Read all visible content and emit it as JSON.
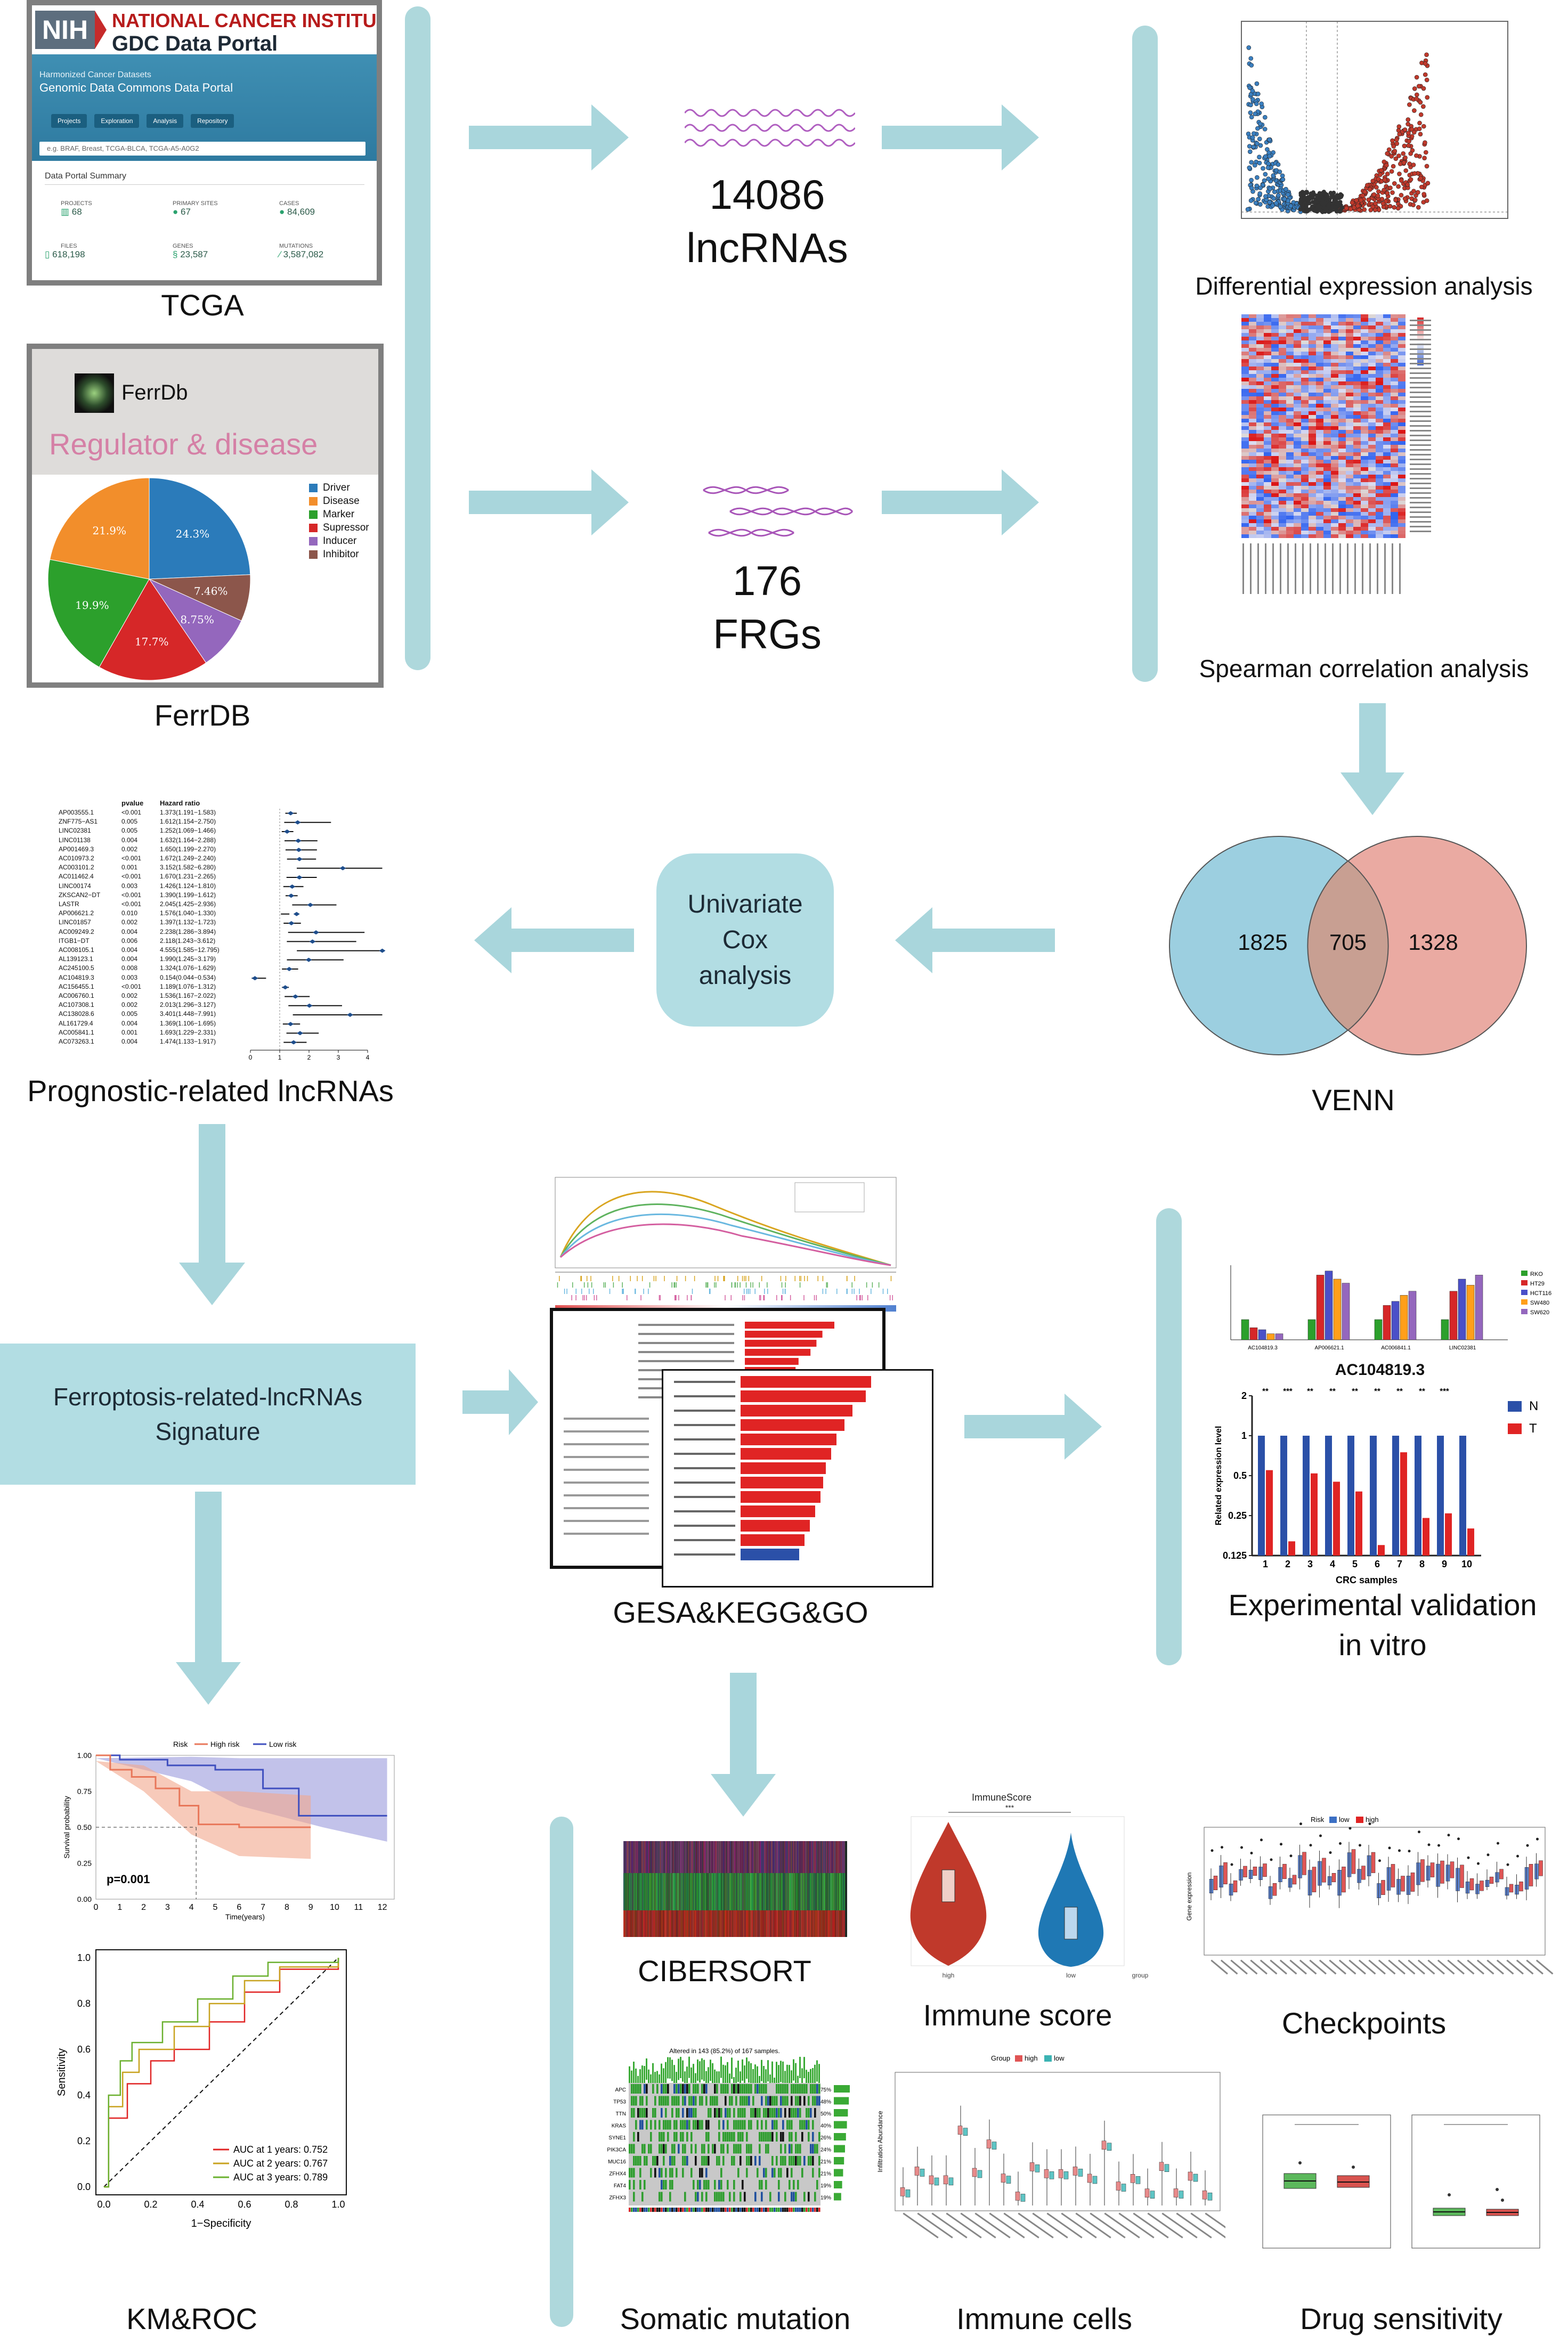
{
  "sources": {
    "tcga": {
      "banner_title": "NATIONAL CANCER INSTITUTE",
      "banner_sub": "GDC Data Portal",
      "nih": "NIH",
      "harmonized": "Harmonized Cancer Datasets",
      "portal_title": "Genomic Data Commons Data Portal",
      "nav": [
        "Projects",
        "Exploration",
        "Analysis",
        "Repository"
      ],
      "search_placeholder": "e.g. BRAF, Breast, TCGA-BLCA, TCGA-A5-A0G2",
      "summary_title": "Data Portal Summary",
      "stats": [
        {
          "label": "PROJECTS",
          "value": "68"
        },
        {
          "label": "PRIMARY SITES",
          "value": "67"
        },
        {
          "label": "CASES",
          "value": "84,609"
        },
        {
          "label": "FILES",
          "value": "618,198"
        },
        {
          "label": "GENES",
          "value": "23,587"
        },
        {
          "label": "MUTATIONS",
          "value": "3,587,082"
        }
      ],
      "caption": "TCGA"
    },
    "ferrdb": {
      "logo_text": "FerrDb",
      "subtitle": "Regulator & disease",
      "legend": [
        "Driver",
        "Disease",
        "Marker",
        "Supressor",
        "Inducer",
        "Inhibitor"
      ],
      "slices": [
        {
          "name": "Driver",
          "percent": 24.3,
          "label": "24.3%",
          "color": "#2b7bba"
        },
        {
          "name": "Inhibitor",
          "percent": 7.46,
          "label": "7.46%",
          "color": "#8c564b"
        },
        {
          "name": "Inducer",
          "percent": 8.75,
          "label": "8.75%",
          "color": "#9467bd"
        },
        {
          "name": "Supressor",
          "percent": 17.7,
          "label": "17.7%",
          "color": "#d62728"
        },
        {
          "name": "Marker",
          "percent": 19.9,
          "label": "19.9%",
          "color": "#2ca02c"
        },
        {
          "name": "Disease",
          "percent": 21.9,
          "label": "21.9%",
          "color": "#f28e2b"
        }
      ],
      "caption": "FerrDB"
    }
  },
  "counts": {
    "lncrna_number": "14086",
    "lncrna_label": "lncRNAs",
    "frg_number": "176",
    "frg_label": "FRGs"
  },
  "analyses": {
    "diff_expr": "Differential expression analysis",
    "spearman": "Spearman correlation analysis",
    "venn_caption": "VENN",
    "venn_left": "1825",
    "venn_mid": "705",
    "venn_right": "1328",
    "univariate": [
      "Univariate",
      "Cox",
      "analysis"
    ],
    "prognostic": "Prognostic-related lncRNAs",
    "signature": [
      "Ferroptosis-related-lncRNAs",
      "Signature"
    ],
    "gsea": "GESA&KEGG&GO",
    "validation": [
      "Experimental validation",
      "in vitro"
    ],
    "kmroc": "KM&ROC",
    "cibersort": "CIBERSORT",
    "immune_score": "Immune score",
    "checkpoints": "Checkpoints",
    "somatic": "Somatic mutation",
    "immune_cells": "Immune cells",
    "drug": "Drug sensitivity"
  },
  "forest": {
    "header_p": "pvalue",
    "header_hr": "Hazard ratio",
    "rows": [
      [
        "AP003555.1",
        "<0.001",
        "1.373(1.191−1.583)"
      ],
      [
        "ZNF775−AS1",
        "0.005",
        "1.612(1.154−2.750)"
      ],
      [
        "LINC02381",
        "0.005",
        "1.252(1.069−1.466)"
      ],
      [
        "LINC01138",
        "0.004",
        "1.632(1.164−2.288)"
      ],
      [
        "AP001469.3",
        "0.002",
        "1.650(1.199−2.270)"
      ],
      [
        "AC010973.2",
        "<0.001",
        "1.672(1.249−2.240)"
      ],
      [
        "AC003101.2",
        "0.001",
        "3.152(1.582−6.280)"
      ],
      [
        "AC011462.4",
        "<0.001",
        "1.670(1.231−2.265)"
      ],
      [
        "LINC00174",
        "0.003",
        "1.426(1.124−1.810)"
      ],
      [
        "ZKSCAN2−DT",
        "<0.001",
        "1.390(1.199−1.612)"
      ],
      [
        "LASTR",
        "<0.001",
        "2.045(1.425−2.936)"
      ],
      [
        "AP006621.2",
        "0.010",
        "1.576(1.040−1.330)"
      ],
      [
        "LINC01857",
        "0.002",
        "1.397(1.132−1.723)"
      ],
      [
        "AC009249.2",
        "0.004",
        "2.238(1.286−3.894)"
      ],
      [
        "ITGB1−DT",
        "0.006",
        "2.118(1.243−3.612)"
      ],
      [
        "AC008105.1",
        "0.004",
        "4.555(1.585−12.795)"
      ],
      [
        "AL139123.1",
        "0.004",
        "1.990(1.245−3.179)"
      ],
      [
        "AC245100.5",
        "0.008",
        "1.324(1.076−1.629)"
      ],
      [
        "AC104819.3",
        "0.003",
        "0.154(0.044−0.534)"
      ],
      [
        "AC156455.1",
        "<0.001",
        "1.189(1.076−1.312)"
      ],
      [
        "AC006760.1",
        "0.002",
        "1.536(1.167−2.022)"
      ],
      [
        "AC107308.1",
        "0.002",
        "2.013(1.296−3.127)"
      ],
      [
        "AC138028.6",
        "0.005",
        "3.401(1.448−7.991)"
      ],
      [
        "AL161729.4",
        "0.004",
        "1.369(1.106−1.695)"
      ],
      [
        "AC005841.1",
        "0.001",
        "1.693(1.229−2.331)"
      ],
      [
        "AC073263.1",
        "0.004",
        "1.474(1.133−1.917)"
      ]
    ],
    "axis_ticks": [
      "0",
      "1",
      "2",
      "3",
      "4"
    ]
  },
  "km": {
    "legend_title": "Risk",
    "legend_high": "High risk",
    "legend_low": "Low risk",
    "pvalue": "p=0.001",
    "ylabel": "Survival probability",
    "xlabel": "Time(years)",
    "x_ticks": [
      "0",
      "1",
      "2",
      "3",
      "4",
      "5",
      "6",
      "7",
      "8",
      "9",
      "10",
      "11",
      "12"
    ],
    "y_ticks": [
      "0.00",
      "0.25",
      "0.50",
      "0.75",
      "1.00"
    ]
  },
  "roc": {
    "ylabel": "Sensitivity",
    "xlabel": "1−Specificity",
    "legend": [
      "AUC at 1 years: 0.752",
      "AUC at 2 years: 0.767",
      "AUC at 3 years: 0.789"
    ],
    "ticks": [
      "0.0",
      "0.2",
      "0.4",
      "0.6",
      "0.8",
      "1.0"
    ]
  },
  "validation_chart": {
    "gene_title": "AC104819.3",
    "legend_n": "N",
    "legend_t": "T",
    "xlabel": "CRC samples",
    "ylabel": "Related expression level",
    "x_ticks": [
      "1",
      "2",
      "3",
      "4",
      "5",
      "6",
      "7",
      "8",
      "9",
      "10"
    ],
    "y_ticks": [
      "2",
      "1",
      "0.5",
      "0.25",
      "0.125"
    ],
    "sig": [
      "**",
      "***",
      "**",
      "**",
      "**",
      "**",
      "**",
      "**",
      "***"
    ],
    "cell_lines": [
      "RKO",
      "HT29",
      "HCT116",
      "SW480",
      "SW620"
    ],
    "genes_top": [
      "AC104819.3",
      "AP006621.1",
      "AC006841.1",
      "LINC02381"
    ]
  },
  "immune_score_chart": {
    "title": "ImmuneScore",
    "groups": [
      "high",
      "low"
    ],
    "group_label": "group",
    "sig": "***"
  },
  "somatic_chart": {
    "title": "Altered in 143 (85.2%) of 167 samples.",
    "genes": [
      "APC",
      "TP53",
      "TTN",
      "KRAS",
      "SYNE1",
      "PIK3CA",
      "MUC16",
      "ZFHX4",
      "FAT4",
      "ZFHX3"
    ],
    "pcts": [
      "75%",
      "48%",
      "50%",
      "40%",
      "26%",
      "24%",
      "21%",
      "21%",
      "19%",
      "19%"
    ]
  },
  "immune_cells_chart": {
    "legend_title": "Group",
    "legend_high": "high",
    "legend_low": "low",
    "ylabel": "Infiltration Abundance"
  },
  "checkpoints_chart": {
    "legend_title": "Risk",
    "legend_low": "low",
    "legend_high": "high",
    "ylabel": "Gene expression"
  },
  "colors": {
    "arrow": "#a9d6dc",
    "bar": "#aed8dc",
    "box": "#b2dde3",
    "venn_left": "#9ccfe0",
    "venn_right": "#e8a39a",
    "overlap": "#c89f92"
  }
}
